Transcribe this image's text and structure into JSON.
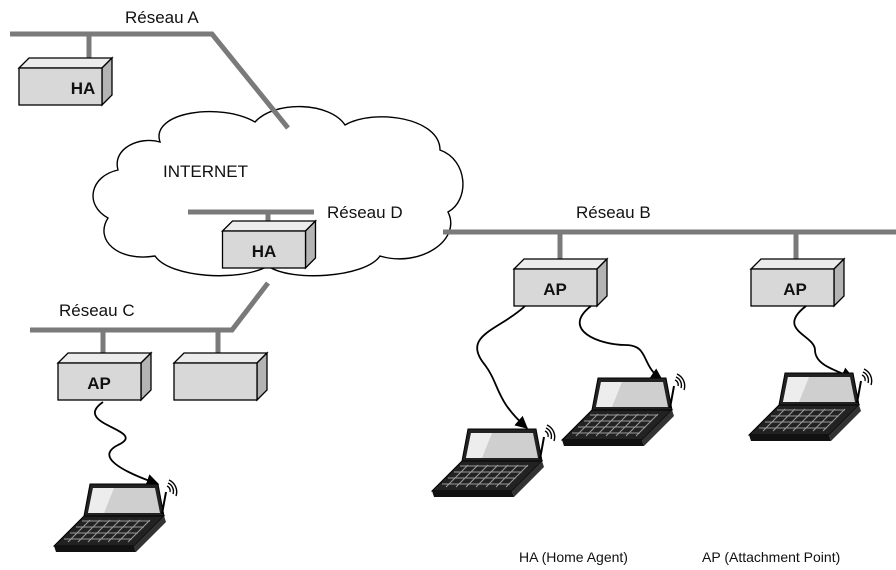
{
  "networks": {
    "a": "Réseau A",
    "b": "Réseau B",
    "c": "Réseau C",
    "d": "Réseau D"
  },
  "cloud_label": "INTERNET",
  "devices": {
    "ha_a": "HA",
    "ha_d": "HA",
    "ap_c": "AP",
    "ap_b1": "AP",
    "ap_b2": "AP",
    "blank_c": ""
  },
  "legend": {
    "ha": "HA (Home Agent)",
    "ap": "AP (Attachment Point)"
  },
  "colors": {
    "line": "#7a7a7a",
    "box_front": "#d8d8d8",
    "box_top": "#ececec",
    "box_side": "#b4b4b4",
    "stroke": "#000000"
  }
}
